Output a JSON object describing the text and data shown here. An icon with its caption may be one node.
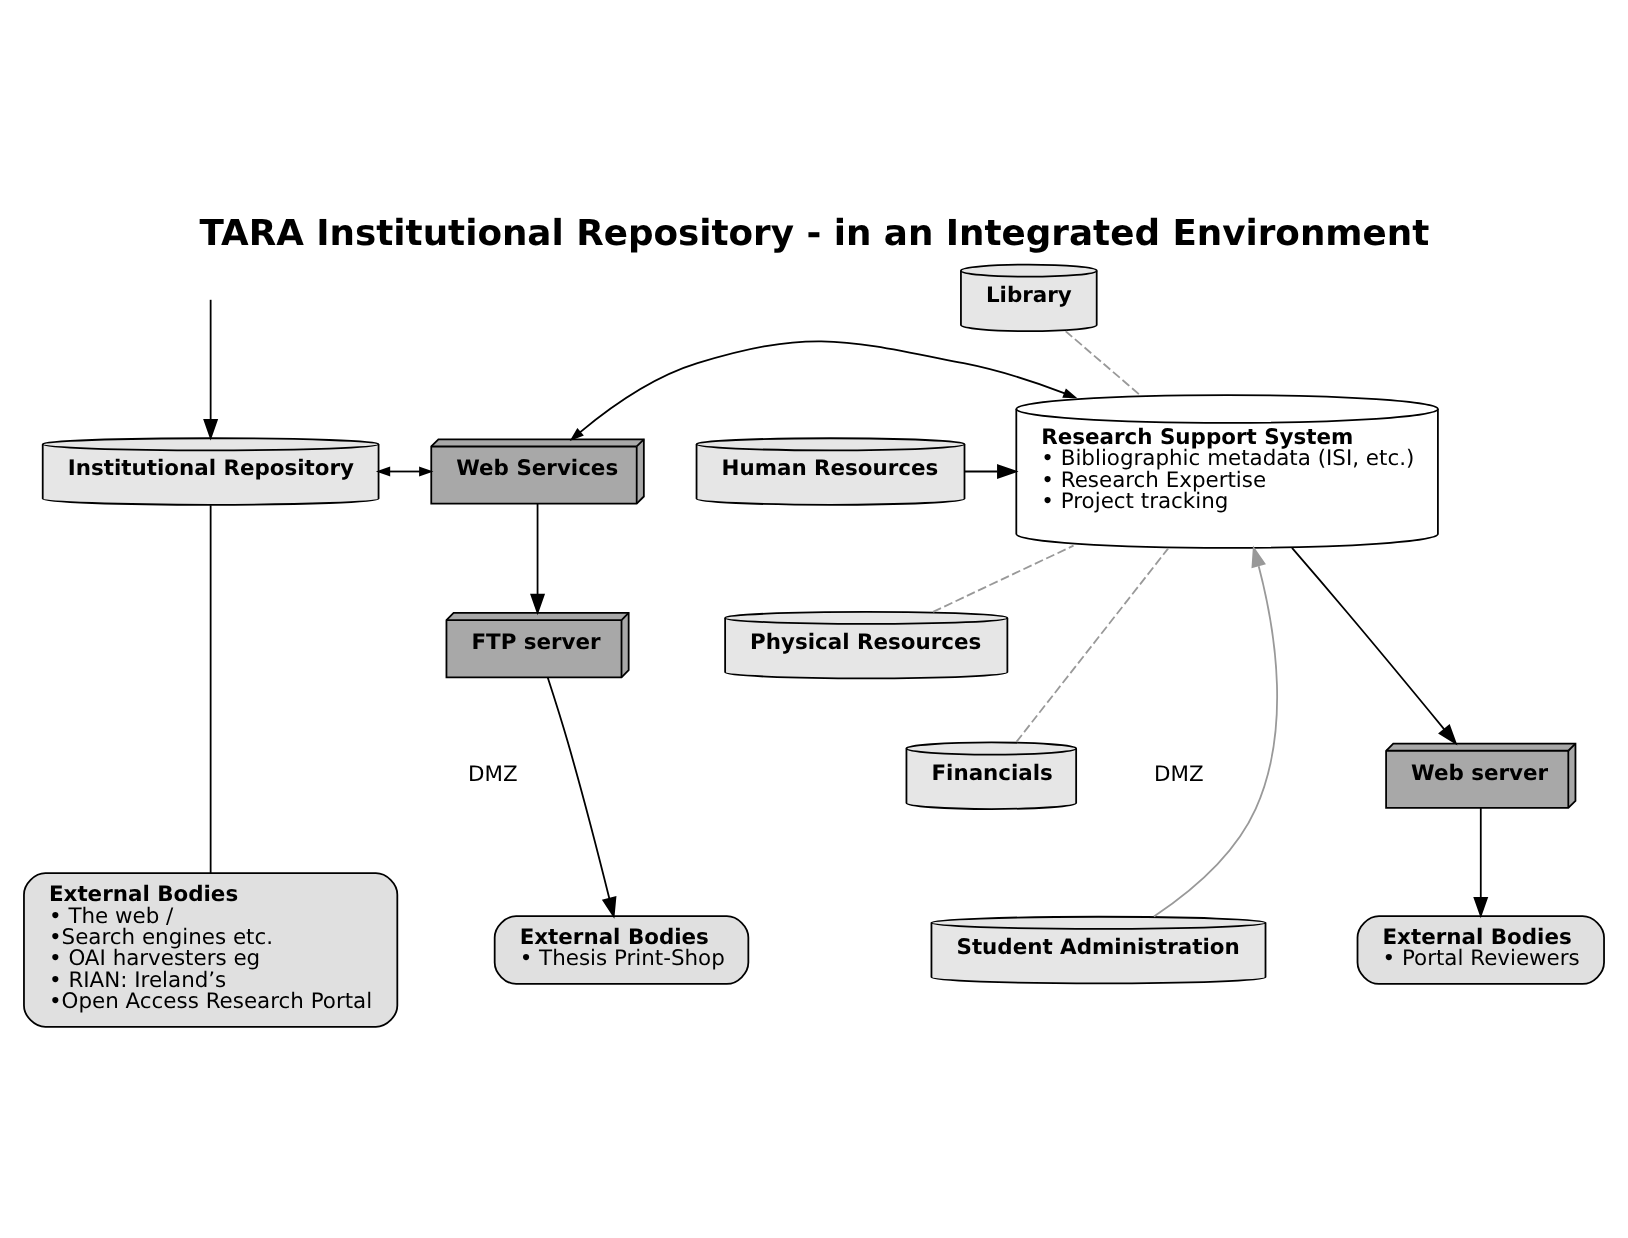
{
  "diagram": {
    "title": "TARA Institutional Repository - in an Integrated Environment",
    "nodes": [
      {
        "text": [
          "Institutional Repository"
        ]
      },
      {
        "text": [
          "Web Services"
        ]
      },
      {
        "text": [
          "Research Support System",
          "• Bibliographic metadata (ISI, etc.)",
          "• Research Expertise",
          "• Project tracking"
        ]
      },
      {
        "text": [
          "Library"
        ]
      },
      {
        "text": [
          "Human Resources"
        ]
      },
      {
        "text": [
          "Physical Resources"
        ]
      },
      {
        "text": [
          "Financials"
        ]
      },
      {
        "text": [
          "Student Administration"
        ]
      },
      {
        "text": [
          "FTP server"
        ]
      },
      {
        "text": [
          "Web server"
        ]
      },
      {
        "text": [
          "External Bodies",
          "• The web /",
          "•Search engines etc.",
          "• OAI harvesters eg",
          "• RIAN: Ireland’s",
          "•Open Access Research Portal"
        ]
      },
      {
        "text": [
          "External Bodies",
          "• Thesis Print-Shop"
        ]
      },
      {
        "text": [
          "External Bodies",
          "• Portal Reviewers"
        ]
      }
    ],
    "edges": [
      {
        "from": null,
        "to": 0,
        "arrow": "to"
      },
      {
        "from": 0,
        "to": 1,
        "arrow": "both"
      },
      {
        "from": 1,
        "to": 2,
        "arrow": "both"
      },
      {
        "from": 3,
        "to": 2,
        "arrow": "none",
        "style": "dashed",
        "color": "#999999"
      },
      {
        "from": 4,
        "to": 2,
        "arrow": "to"
      },
      {
        "from": 5,
        "to": 2,
        "arrow": "none",
        "style": "dashed",
        "color": "#999999"
      },
      {
        "from": 6,
        "to": 2,
        "arrow": "none",
        "style": "dashed",
        "color": "#999999"
      },
      {
        "from": 7,
        "to": 2,
        "arrow": "to",
        "color": "#999999"
      },
      {
        "from": 1,
        "to": 8,
        "arrow": "to"
      },
      {
        "from": 2,
        "to": 9,
        "arrow": "to"
      },
      {
        "from": 0,
        "to": 10,
        "arrow": "none"
      },
      {
        "from": 8,
        "to": 11,
        "arrow": "to"
      },
      {
        "from": 9,
        "to": 12,
        "arrow": "to"
      }
    ],
    "labels": [
      "DMZ",
      "DMZ"
    ]
  }
}
